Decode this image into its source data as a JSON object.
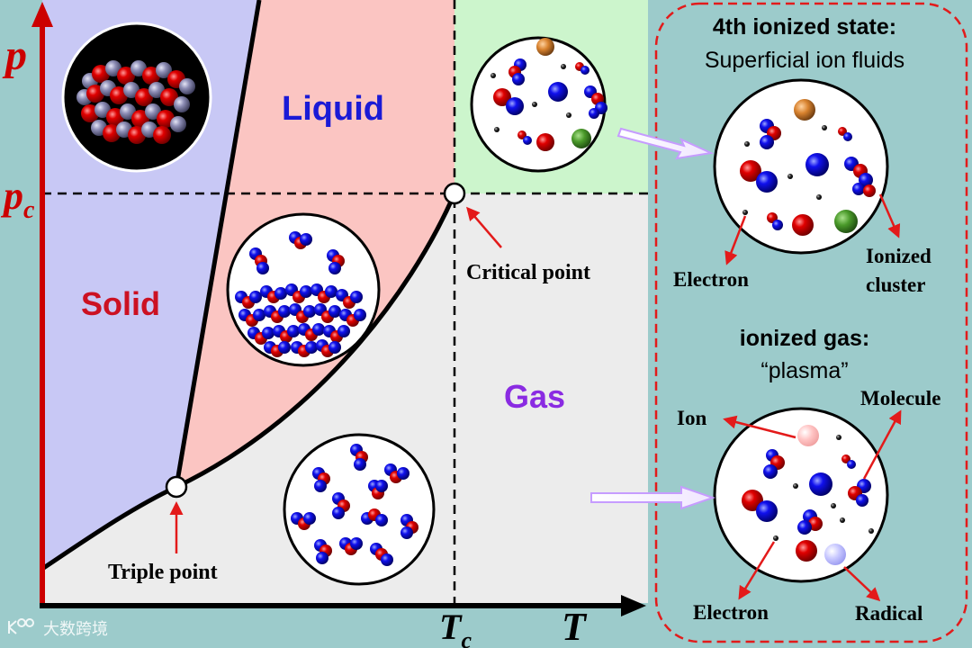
{
  "axes": {
    "p_symbol": "p",
    "pc_symbol": "p",
    "pc_sub": "c",
    "t_symbol": "T",
    "tc_symbol": "T",
    "tc_sub": "c"
  },
  "regions": {
    "solid": "Solid",
    "liquid": "Liquid",
    "gas": "Gas"
  },
  "points": {
    "critical": "Critical point",
    "triple": "Triple point"
  },
  "panel": {
    "ionized_title": "4th ionized state:",
    "ionized_subtitle": "Superficial ion fluids",
    "electron_top": "Electron",
    "cluster_line1": "Ionized",
    "cluster_line2": "cluster",
    "gas_title": "ionized gas:",
    "gas_subtitle": "“plasma”",
    "ion": "Ion",
    "molecule": "Molecule",
    "electron_bottom": "Electron",
    "radical": "Radical"
  },
  "watermark": {
    "text": "大数跨境"
  },
  "colors": {
    "background": "#9ccbcb",
    "solid_region": "#c8c8f5",
    "liquid_region": "#fbc5c2",
    "gas_region": "#ececec",
    "supercritical_region": "#ccf5cc",
    "axis": "#cc0000",
    "liquid_label": "#1a1ad6",
    "solid_label": "#cc1122",
    "gas_label": "#8a2be2",
    "arrow": "#e31a1a",
    "dashed_border": "#e21b1b"
  }
}
